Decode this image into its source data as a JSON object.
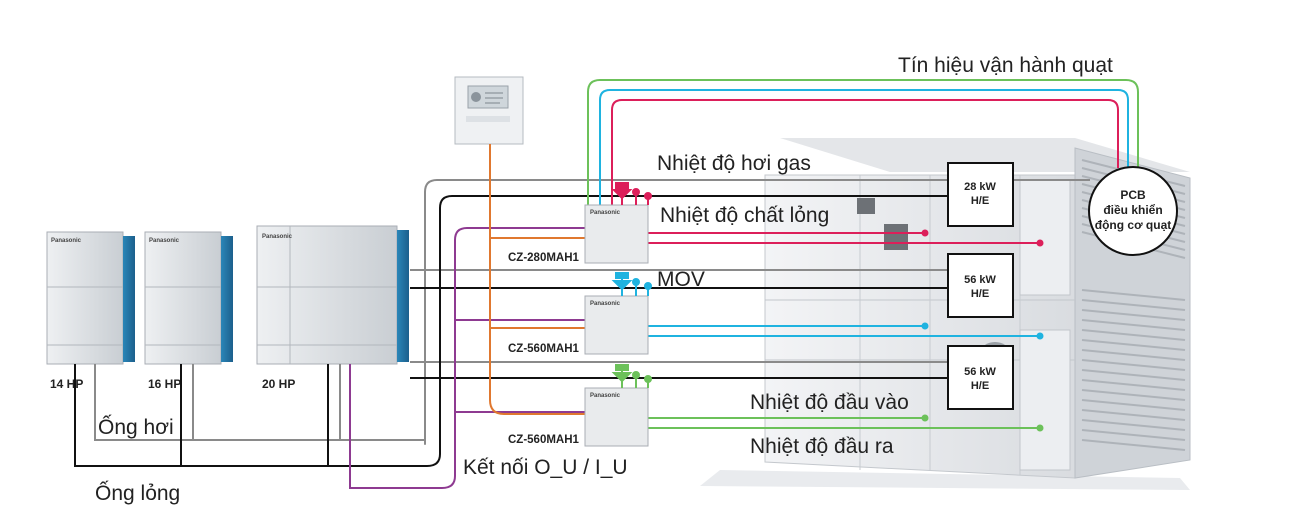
{
  "colors": {
    "gas_line": "#8a8a8a",
    "liquid_line": "#111111",
    "connection_line": "#8e3a91",
    "remote_line": "#e0782f",
    "signal_green": "#6cc15a",
    "signal_cyan": "#1fb3e0",
    "signal_red": "#dc1f5a"
  },
  "outdoor_units": [
    {
      "label": "14 HP",
      "brand": "Panasonic"
    },
    {
      "label": "16 HP",
      "brand": "Panasonic"
    },
    {
      "label": "20 HP",
      "brand": "Panasonic"
    }
  ],
  "kits": [
    {
      "model": "CZ-280MAH1",
      "brand": "Panasonic"
    },
    {
      "model": "CZ-560MAH1",
      "brand": "Panasonic"
    },
    {
      "model": "CZ-560MAH1",
      "brand": "Panasonic"
    }
  ],
  "heat_exchangers": [
    {
      "capacity": "28 kW",
      "type": "H/E"
    },
    {
      "capacity": "56 kW",
      "type": "H/E"
    },
    {
      "capacity": "56 kW",
      "type": "H/E"
    }
  ],
  "pcb": {
    "line1": "PCB",
    "line2": "điều khiển",
    "line3": "động cơ quạt"
  },
  "labels": {
    "fan_signal": "Tín hiệu vận hành quạt",
    "gas_temp": "Nhiệt độ hơi gas",
    "liquid_temp": "Nhiệt độ chất lỏng",
    "mov": "MOV",
    "inlet_temp": "Nhiệt độ đầu vào",
    "outlet_temp": "Nhiệt độ đầu ra",
    "connection": "Kết nối O_U / I_U",
    "gas_pipe": "Ống hơi",
    "liquid_pipe": "Ống lỏng"
  }
}
